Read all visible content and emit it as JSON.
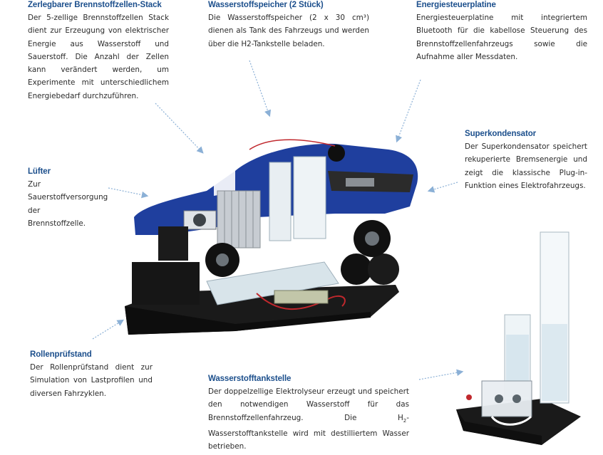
{
  "annotations": {
    "stack": {
      "title": "Zerlegbarer Brennstoffzellen-Stack",
      "text": "Der 5-zellige Brennstoffzellen Stack dient zur Erzeugung von elektrischer Energie aus Wasserstoff und Sauerstoff. Die Anzahl der Zellen kann verändert werden, um Experimente mit unterschiedlichem Energiebedarf durchzuführen."
    },
    "storage": {
      "title": "Wasserstoffspeicher (2 Stück)",
      "text": "Die Wasserstoffspeicher (2 x 30 cm³) dienen als Tank des Fahrzeugs und werden über die H2-Tankstelle beladen."
    },
    "control": {
      "title": "Energiesteuerplatine",
      "text": "Energiesteuerplatine mit integriertem Bluetooth für die kabellose Steuerung des Brennstoffzellenfahrzeugs sowie die Aufnahme aller Messdaten."
    },
    "supercap": {
      "title": "Superkondensator",
      "text": "Der Superkondensator speichert rekuperierte Bremsenergie und zeigt die klassische Plug-in-Funktion eines Elektrofahrzeugs."
    },
    "fan": {
      "title": "Lüfter",
      "text": "Zur Sauerstoffversorgung der Brennstoffzelle."
    },
    "dyno": {
      "title": "Rollenprüfstand",
      "text": "Der Rollenprüfstand dient zur Simulation von Lastprofilen und diversen Fahrzyklen."
    },
    "station": {
      "title": "Wasserstofftankstelle",
      "text_before": "Der doppelzellige Elektrolyseur erzeugt und speichert den notwendigen Wasserstoff für das Brennstoffzellenfahrzeug. Die H",
      "text_sub": "2",
      "text_after": "-Wasserstofftankstelle wird mit destilliertem Wasser betrieben."
    }
  },
  "colors": {
    "title": "#1c4f8c",
    "body_text": "#2b2b2b",
    "arrow": "#8bb0d6",
    "car_shell": "#1f3f9e"
  }
}
